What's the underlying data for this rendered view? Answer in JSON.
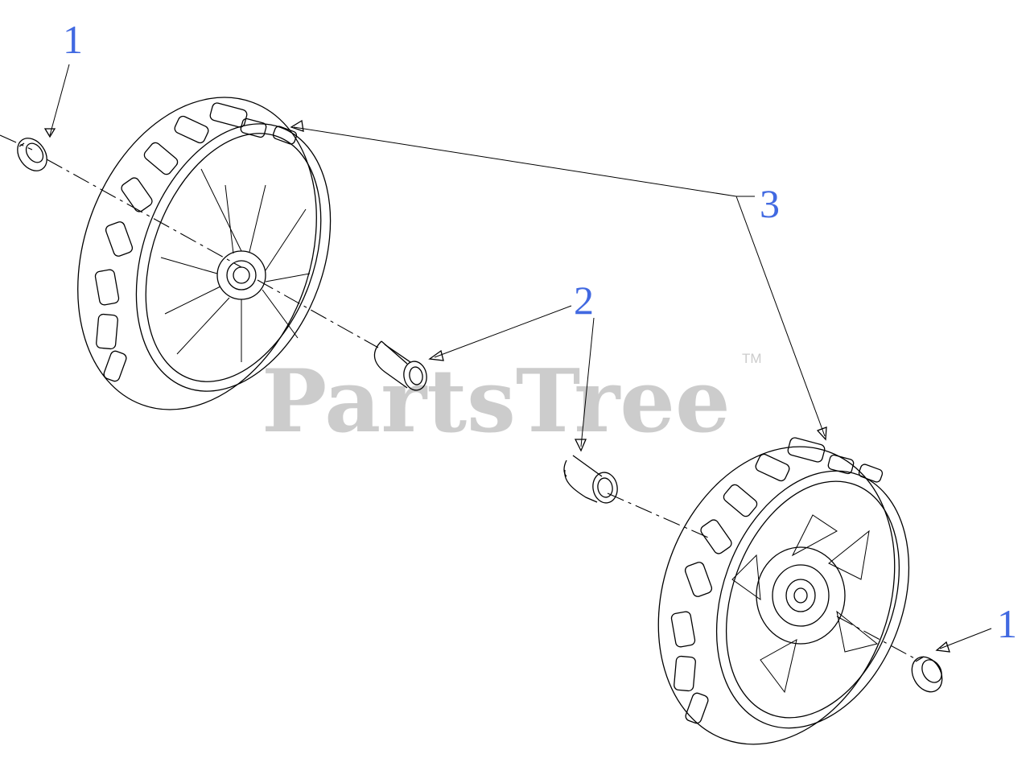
{
  "watermark": {
    "text": "PartsTree",
    "trademark": "TM"
  },
  "callouts": [
    {
      "id": "c1a",
      "label": "1",
      "part": "wheel-cap"
    },
    {
      "id": "c3",
      "label": "3",
      "part": "wheel"
    },
    {
      "id": "c2",
      "label": "2",
      "part": "bushing"
    },
    {
      "id": "c1b",
      "label": "1",
      "part": "wheel-cap"
    }
  ],
  "colors": {
    "callout": "#4169e1",
    "watermark": "#cccccc",
    "linework": "#000000"
  }
}
